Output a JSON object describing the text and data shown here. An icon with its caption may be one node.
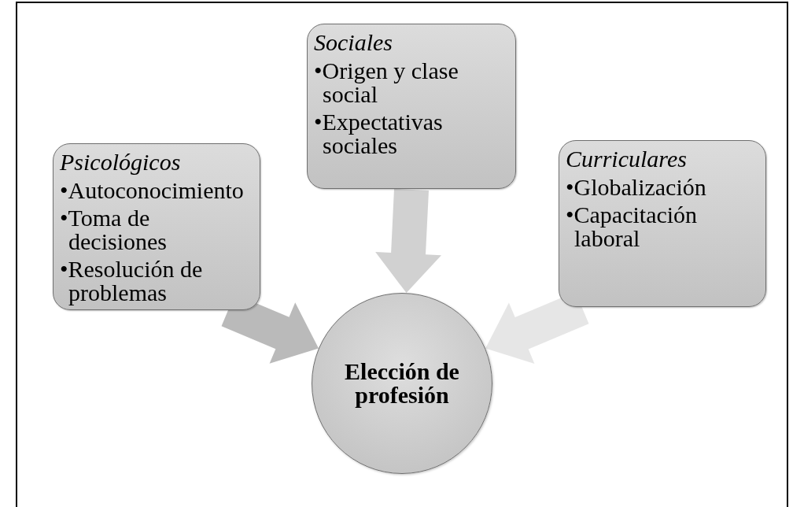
{
  "diagram": {
    "nodes": [
      {
        "text": [
          "Psicológicos",
          "•Autoconocimiento",
          "•Toma de decisiones",
          "•Resolución de problemas"
        ]
      },
      {
        "text": [
          "Sociales",
          "•Origen y clase social",
          "•Expectativas sociales"
        ]
      },
      {
        "text": [
          "Curriculares",
          "•Globalización",
          "•Capacitación laboral"
        ]
      },
      {
        "text": [
          "Elección de profesión"
        ]
      }
    ],
    "edges": [
      {
        "from": 0,
        "to": 3,
        "arrow": "to",
        "color": "#b3b3b3"
      },
      {
        "from": 1,
        "to": 3,
        "arrow": "to",
        "color": "#cccccc"
      },
      {
        "from": 2,
        "to": 3,
        "arrow": "to",
        "color": "#e3e3e3"
      }
    ]
  }
}
